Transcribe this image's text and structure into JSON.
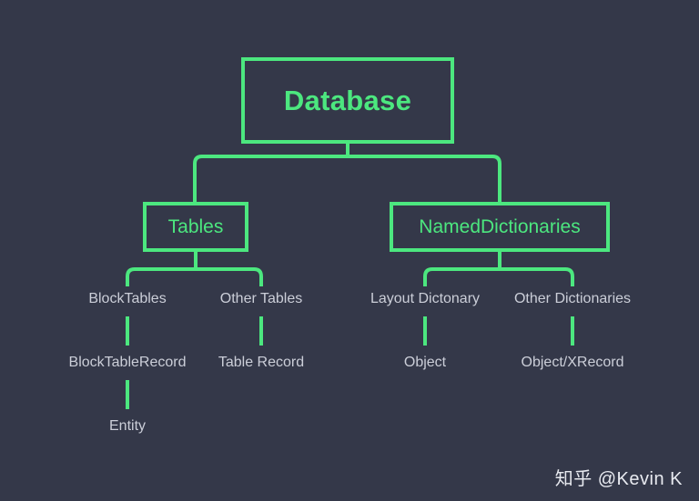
{
  "diagram": {
    "title_node": {
      "label": "Database"
    },
    "level2": [
      {
        "label": "Tables"
      },
      {
        "label": "NamedDictionaries"
      }
    ],
    "level3": [
      {
        "label": "BlockTables"
      },
      {
        "label": "Other Tables"
      },
      {
        "label": "Layout Dictonary"
      },
      {
        "label": "Other Dictionaries"
      }
    ],
    "level4": [
      {
        "label": "BlockTableRecord"
      },
      {
        "label": "Table Record"
      },
      {
        "label": "Object"
      },
      {
        "label": "Object/XRecord"
      }
    ],
    "level5": [
      {
        "label": "Entity"
      }
    ],
    "colors": {
      "background": "#343849",
      "accent_green": "#4ce77f",
      "leaf_text": "#cbced8",
      "watermark_text": "#e8eaf0"
    }
  },
  "watermark": {
    "text": "知乎 @Kevin K"
  }
}
